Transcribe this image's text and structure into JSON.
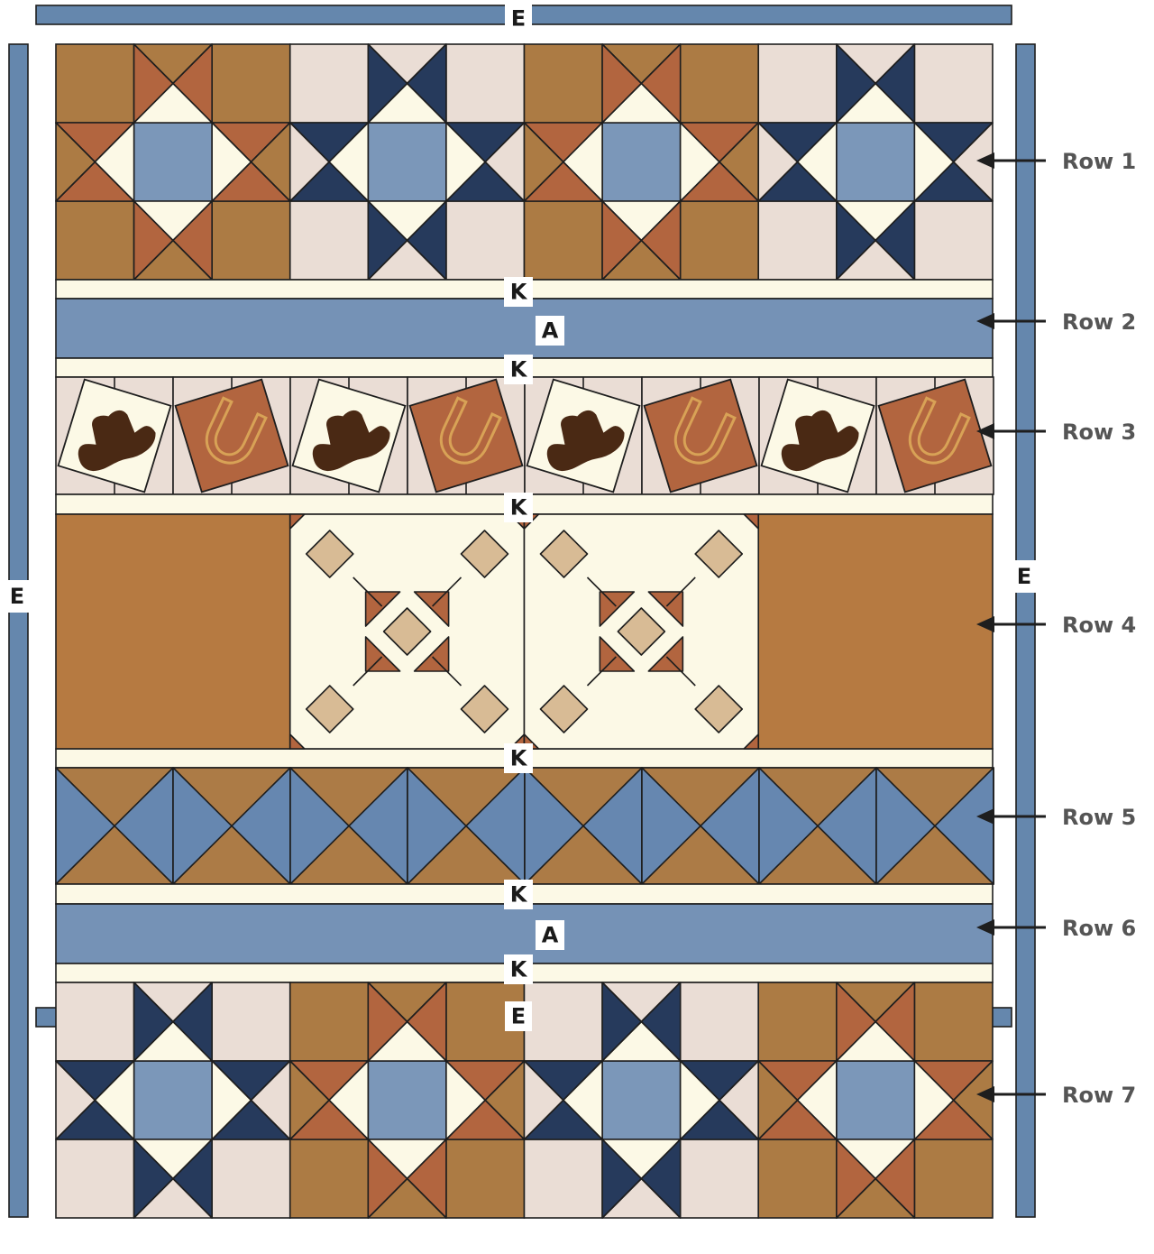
{
  "labels": {
    "border": "E",
    "sashing": "K",
    "band": "A"
  },
  "rows": [
    "Row 1",
    "Row 2",
    "Row 3",
    "Row 4",
    "Row 5",
    "Row 6",
    "Row 7"
  ],
  "icons": [
    "cowboy-hat-icon",
    "horseshoe-icon",
    "arrow-left-icon"
  ],
  "colors": {
    "border_blue": "#6587ad",
    "band_blue": "#7592b6",
    "cream": "#fcf9e6",
    "tan_brown": "#ac7b44",
    "rust": "#b2653f",
    "light_pink": "#eaddd5",
    "navy": "#263a5c",
    "med_blue": "#7b97b9",
    "row4_tan": "#b67a41",
    "beige": "#d8bb95",
    "row5_brown": "#ac7b46",
    "row5_blue": "#6687b0",
    "hat_brown": "#4a2914",
    "horseshoe_gold": "#d8a256",
    "outline": "#1e1e1e"
  }
}
